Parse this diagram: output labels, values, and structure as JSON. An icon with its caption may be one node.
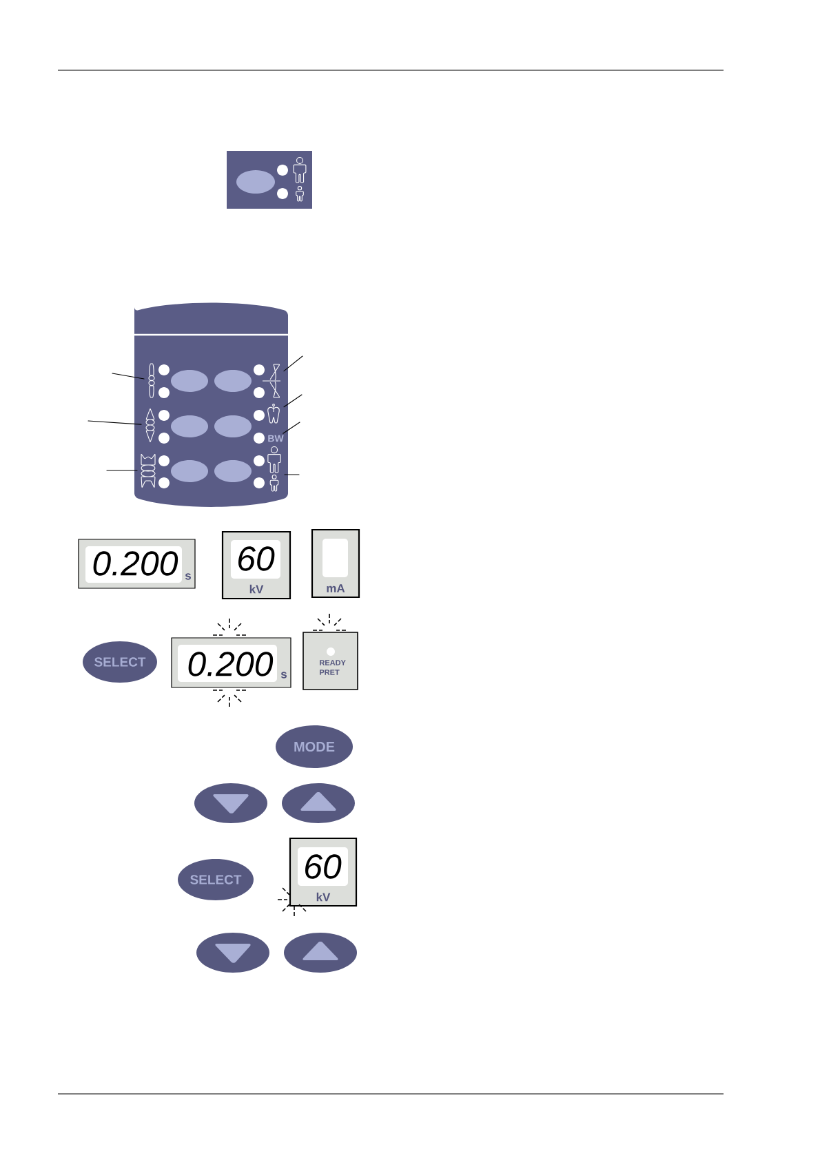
{
  "diagram": {
    "nodes": [
      {
        "text": [],
        "shape": "box"
      },
      {
        "text": [],
        "shape": "picture",
        "in": 0
      },
      {
        "text": [],
        "shape": "picture",
        "in": 0
      },
      {
        "text": [],
        "shape": "picture",
        "in": 0
      },
      {
        "text": [],
        "shape": "picture",
        "in": 0
      },
      {
        "text": [],
        "shape": "picture",
        "in": 0
      },
      {
        "text": [
          "BW"
        ],
        "in": 0
      },
      {
        "text": [],
        "shape": "person",
        "in": 0
      },
      {
        "text": [
          "0.200",
          "s"
        ]
      },
      {
        "text": [
          "60",
          "kV"
        ]
      },
      {
        "text": [
          "mA"
        ]
      },
      {
        "text": [
          "SELECT"
        ]
      },
      {
        "text": [
          "0.200",
          "s"
        ]
      },
      {
        "text": [
          "READY PRET"
        ]
      },
      {
        "text": [
          "MODE"
        ]
      },
      {
        "text": [],
        "shape": "ellipse"
      },
      {
        "text": [],
        "shape": "ellipse"
      },
      {
        "text": [
          "SELECT"
        ]
      },
      {
        "text": [
          "60",
          "kV"
        ]
      },
      {
        "text": [],
        "shape": "ellipse"
      },
      {
        "text": [],
        "shape": "ellipse"
      }
    ],
    "edges": [
      {
        "from": null,
        "to": 1,
        "arrow": "none"
      },
      {
        "from": null,
        "to": 2,
        "arrow": "none"
      },
      {
        "from": null,
        "to": 3,
        "arrow": "none"
      },
      {
        "from": null,
        "to": 4,
        "arrow": "none"
      },
      {
        "from": null,
        "to": 5,
        "arrow": "none"
      },
      {
        "from": null,
        "to": 6,
        "arrow": "none"
      },
      {
        "from": null,
        "to": 7,
        "arrow": "none"
      }
    ]
  }
}
